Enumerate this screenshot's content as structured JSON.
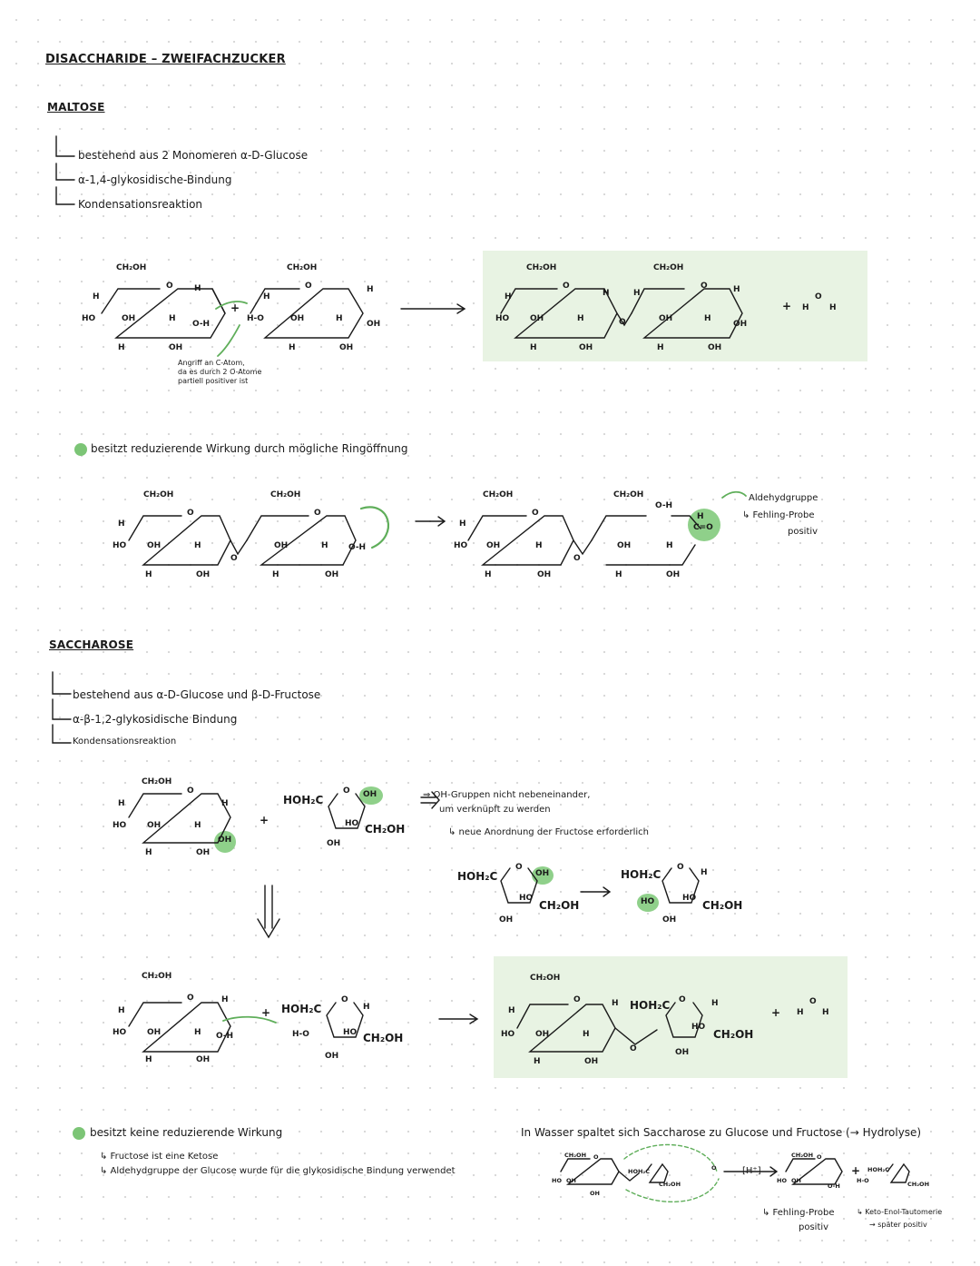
{
  "page_title": "DISACCHARIDE – ZWEIFACHZUCKER",
  "maltose": {
    "heading": "MALTOSE",
    "notes": [
      "bestehend aus 2 Monomeren α-D-Glucose",
      "α-1,4-glykosidische-Bindung",
      "Kondensationsreaktion"
    ],
    "attack_note": [
      "Angriff an C-Atom,",
      "da es durch 2 O-Atome",
      "partiell positiver ist"
    ],
    "reducing_note": "besitzt reduzierende Wirkung durch mögliche Ringöffnung",
    "aldehyde_note": [
      "Aldehydgruppe",
      "↳ Fehling-Probe",
      "positiv"
    ]
  },
  "saccharose": {
    "heading": "SACCHAROSE",
    "notes": [
      "bestehend aus α-D-Glucose und β-D-Fructose",
      "α-β-1,2-glykosidische Bindung",
      "Kondensationsreaktion"
    ],
    "oh_note": [
      "⇒ OH-Gruppen nicht nebeneinander,",
      "um verknüpft zu werden"
    ],
    "rearrange_note": "↳ neue Anordnung der Fructose erforderlich",
    "nonreducing_note": "besitzt keine reduzierende Wirkung",
    "nonreducing_sub": [
      "↳ Fructose ist eine Ketose",
      "↳ Aldehydgruppe der Glucose wurde für die glykosidische Bindung verwendet"
    ],
    "hydrolysis_note": "In Wasser spaltet sich Saccharose zu Glucose und Fructose (→ Hydrolyse)",
    "catalyst": "[H⁺]",
    "fehling_note": [
      "↳ Fehling-Probe",
      "positiv"
    ],
    "tautomer_note": [
      "↳ Keto-Enol-Tautomerie",
      "→ später positiv"
    ]
  },
  "chem": {
    "ch2oh": "CH₂OH",
    "hoh2c": "HOH₂C",
    "oh": "OH",
    "ho": "HO",
    "h": "H",
    "ring_o": "O",
    "o_bridge": "O",
    "water_o": "O",
    "water_h": "H",
    "oh_leaving": "O-H",
    "h_o": "H-O",
    "plus": "+",
    "aldehyde": "C=O",
    "aldehyde_h": "H",
    "c_oh": "O-H"
  },
  "colors": {
    "highlight_green": "#7cc576",
    "panel_green": "#e8f3e3",
    "ink": "#1a1a1a"
  }
}
